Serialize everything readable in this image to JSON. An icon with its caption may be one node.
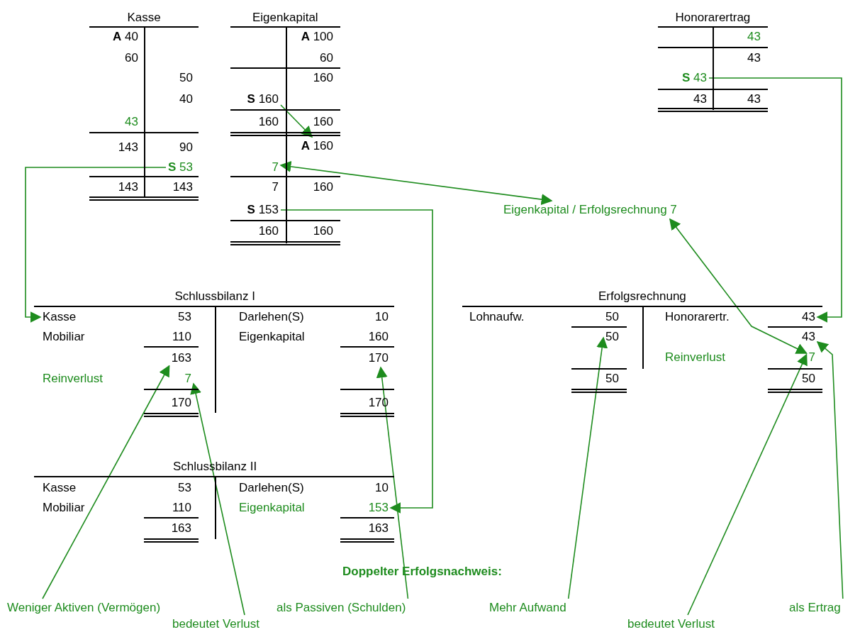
{
  "diagram": {
    "nodes": [
      {
        "text": [
          "Kasse"
        ]
      },
      {
        "text": [
          "**A** 40"
        ],
        "in": 0
      },
      {
        "text": [
          "60"
        ],
        "in": 0
      },
      {
        "text": [
          "50"
        ],
        "in": 0
      },
      {
        "text": [
          "40"
        ],
        "in": 0
      },
      {
        "text": [
          "43"
        ],
        "in": 0
      },
      {
        "text": [
          "143"
        ],
        "in": 0
      },
      {
        "text": [
          "90"
        ],
        "in": 0
      },
      {
        "text": [
          "**S** 53"
        ],
        "in": 0
      },
      {
        "text": [
          "143"
        ],
        "in": 0
      },
      {
        "text": [
          "143"
        ],
        "in": 0
      },
      {
        "text": [
          "Eigenkapital"
        ]
      },
      {
        "text": [
          "**A** 100"
        ],
        "in": 11
      },
      {
        "text": [
          "60"
        ],
        "in": 11
      },
      {
        "text": [
          "160"
        ],
        "in": 11
      },
      {
        "text": [
          "**S** 160"
        ],
        "in": 11
      },
      {
        "text": [
          "160"
        ],
        "in": 11
      },
      {
        "text": [
          "160"
        ],
        "in": 11
      },
      {
        "text": [
          "**A** 160"
        ],
        "in": 11
      },
      {
        "text": [
          "7"
        ],
        "in": 11
      },
      {
        "text": [
          "7"
        ],
        "in": 11
      },
      {
        "text": [
          "160"
        ],
        "in": 11
      },
      {
        "text": [
          "**S** 153"
        ],
        "in": 11
      },
      {
        "text": [
          "160"
        ],
        "in": 11
      },
      {
        "text": [
          "160"
        ],
        "in": 11
      },
      {
        "text": [
          "Honorarertrag"
        ]
      },
      {
        "text": [
          "43"
        ],
        "in": 25
      },
      {
        "text": [
          "43"
        ],
        "in": 25
      },
      {
        "text": [
          "**S** 43"
        ],
        "in": 25
      },
      {
        "text": [
          "43"
        ],
        "in": 25
      },
      {
        "text": [
          "43"
        ],
        "in": 25
      },
      {
        "text": [
          "Eigenkapital / Erfolgsrechnung 7"
        ]
      },
      {
        "text": [
          "Schlussbilanz I"
        ]
      },
      {
        "text": [
          "Kasse"
        ],
        "in": 32
      },
      {
        "text": [
          "53"
        ],
        "in": 32
      },
      {
        "text": [
          "Darlehen(S)"
        ],
        "in": 32
      },
      {
        "text": [
          "10"
        ],
        "in": 32
      },
      {
        "text": [
          "Mobiliar"
        ],
        "in": 32
      },
      {
        "text": [
          "110"
        ],
        "in": 32
      },
      {
        "text": [
          "Eigenkapital"
        ],
        "in": 32
      },
      {
        "text": [
          "160"
        ],
        "in": 32
      },
      {
        "text": [
          "163"
        ],
        "in": 32
      },
      {
        "text": [
          "170"
        ],
        "in": 32
      },
      {
        "text": [
          "Reinverlust"
        ],
        "in": 32
      },
      {
        "text": [
          "7"
        ],
        "in": 32
      },
      {
        "text": [
          "170"
        ],
        "in": 32
      },
      {
        "text": [
          "170"
        ],
        "in": 32
      },
      {
        "text": [
          "Erfolgsrechnung"
        ]
      },
      {
        "text": [
          "Lohnaufw."
        ],
        "in": 47
      },
      {
        "text": [
          "50"
        ],
        "in": 47
      },
      {
        "text": [
          "Honorarertr."
        ],
        "in": 47
      },
      {
        "text": [
          "43"
        ],
        "in": 47
      },
      {
        "text": [
          "50"
        ],
        "in": 47
      },
      {
        "text": [
          "43"
        ],
        "in": 47
      },
      {
        "text": [
          "Reinverlust"
        ],
        "in": 47
      },
      {
        "text": [
          "7"
        ],
        "in": 47
      },
      {
        "text": [
          "50"
        ],
        "in": 47
      },
      {
        "text": [
          "50"
        ],
        "in": 47
      },
      {
        "text": [
          "Schlussbilanz II"
        ]
      },
      {
        "text": [
          "Kasse"
        ],
        "in": 58
      },
      {
        "text": [
          "53"
        ],
        "in": 58
      },
      {
        "text": [
          "Darlehen(S)"
        ],
        "in": 58
      },
      {
        "text": [
          "10"
        ],
        "in": 58
      },
      {
        "text": [
          "Mobiliar"
        ],
        "in": 58
      },
      {
        "text": [
          "110"
        ],
        "in": 58
      },
      {
        "text": [
          "Eigenkapital"
        ],
        "in": 58
      },
      {
        "text": [
          "153"
        ],
        "in": 58
      },
      {
        "text": [
          "163"
        ],
        "in": 58
      },
      {
        "text": [
          "163"
        ],
        "in": 58
      },
      {
        "text": [
          "Weniger Aktiven (Vermögen)"
        ]
      },
      {
        "text": [
          "bedeutet Verlust"
        ]
      },
      {
        "text": [
          "als Passiven (Schulden)"
        ]
      },
      {
        "text": [
          "Mehr Aufwand"
        ]
      },
      {
        "text": [
          "bedeutet Verlust"
        ]
      },
      {
        "text": [
          "als Ertrag"
        ]
      }
    ],
    "edges": [
      {
        "from": 8,
        "to": 33,
        "arrow": "to"
      },
      {
        "from": 15,
        "to": 18,
        "arrow": "to"
      },
      {
        "from": 19,
        "to": 31,
        "arrow": "both"
      },
      {
        "from": 22,
        "to": 66,
        "arrow": "to"
      },
      {
        "from": 28,
        "to": 51,
        "arrow": "to"
      },
      {
        "from": 31,
        "to": 55,
        "arrow": "both"
      },
      {
        "from": 69,
        "to": 41,
        "arrow": "to"
      },
      {
        "from": 70,
        "to": 44,
        "arrow": "to"
      },
      {
        "from": 71,
        "to": 42,
        "arrow": "to"
      },
      {
        "from": 72,
        "to": 52,
        "arrow": "to"
      },
      {
        "from": 73,
        "to": 55,
        "arrow": "to"
      },
      {
        "from": 74,
        "to": 53,
        "arrow": "to"
      }
    ],
    "labels": [
      "Doppelter Erfolgsnachweis:"
    ]
  }
}
